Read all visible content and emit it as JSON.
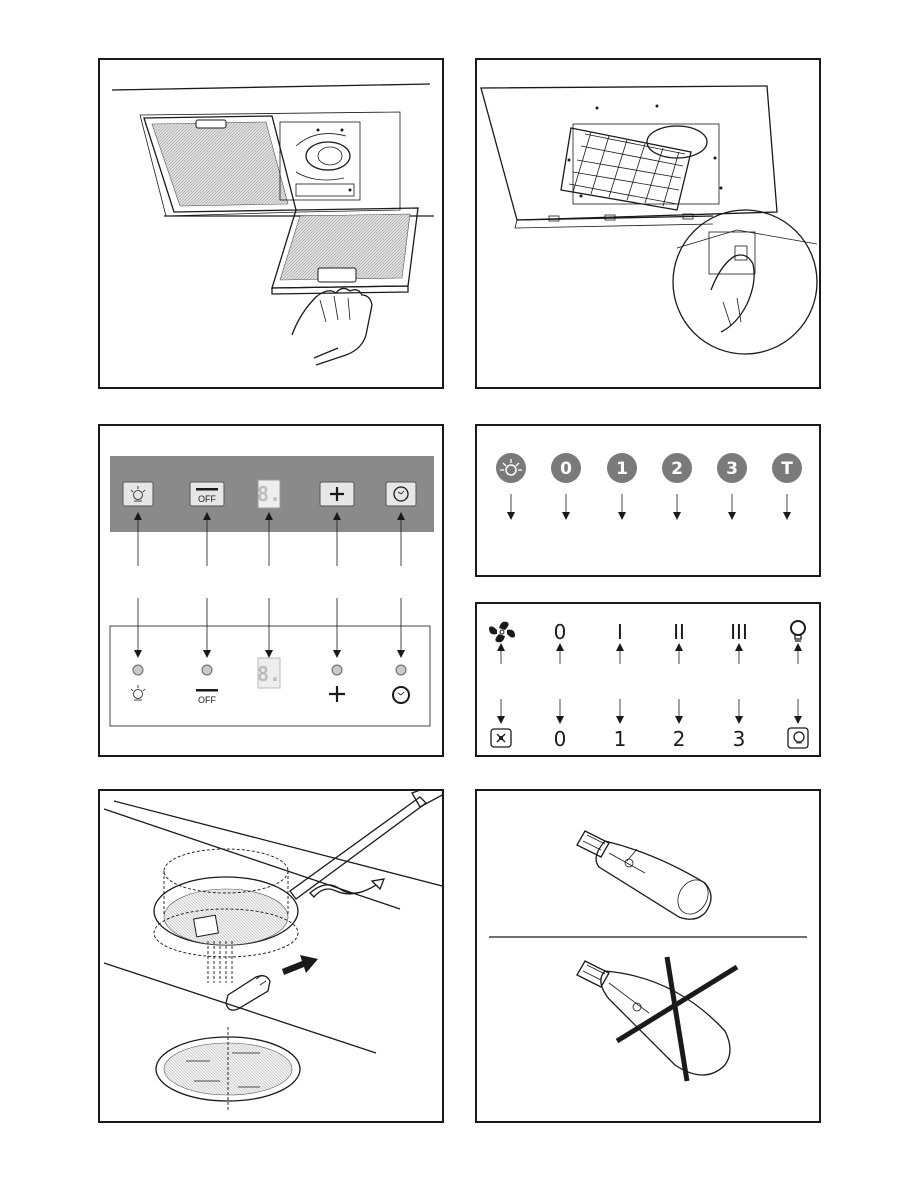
{
  "figure_panels": [
    "grease-filter-removal",
    "carbon-filter-removal",
    "control-panel-5-keys",
    "control-panel-6-keys-round",
    "control-panel-6-keys-symbols",
    "lamp-cover-removal",
    "bulb-type-check"
  ],
  "panel3": {
    "top_keys": [
      {
        "symbol": "light-icon",
        "text": ""
      },
      {
        "symbol": "minus-icon",
        "text": "OFF"
      },
      {
        "symbol": "display-icon",
        "text": "8."
      },
      {
        "symbol": "plus-icon",
        "text": ""
      },
      {
        "symbol": "clock-icon",
        "text": ""
      }
    ],
    "bottom_keys": [
      {
        "symbol": "light-icon",
        "text": ""
      },
      {
        "symbol": "minus-icon",
        "text": "OFF"
      },
      {
        "symbol": "display-icon",
        "text": "8."
      },
      {
        "symbol": "plus-icon",
        "text": ""
      },
      {
        "symbol": "clock-icon",
        "text": ""
      }
    ],
    "colors": {
      "strip": "#8a8a8a",
      "key": "#e6e6e6",
      "led": "#c8c8c8"
    }
  },
  "panel4": {
    "buttons": [
      {
        "label": "",
        "icon": "light-icon"
      },
      {
        "label": "0",
        "icon": ""
      },
      {
        "label": "1",
        "icon": ""
      },
      {
        "label": "2",
        "icon": ""
      },
      {
        "label": "3",
        "icon": ""
      },
      {
        "label": "T",
        "icon": ""
      }
    ],
    "colors": {
      "button": "#7a7a7a"
    }
  },
  "panel5": {
    "top_row": [
      {
        "label": "",
        "icon": "fan-icon"
      },
      {
        "label": "0",
        "icon": ""
      },
      {
        "label": "I",
        "icon": ""
      },
      {
        "label": "II",
        "icon": ""
      },
      {
        "label": "III",
        "icon": ""
      },
      {
        "label": "",
        "icon": "bulb-icon"
      }
    ],
    "bottom_row": [
      {
        "label": "",
        "icon": "fan-box-icon"
      },
      {
        "label": "0",
        "icon": ""
      },
      {
        "label": "1",
        "icon": ""
      },
      {
        "label": "2",
        "icon": ""
      },
      {
        "label": "3",
        "icon": ""
      },
      {
        "label": "",
        "icon": "bulb-box-icon"
      }
    ]
  }
}
